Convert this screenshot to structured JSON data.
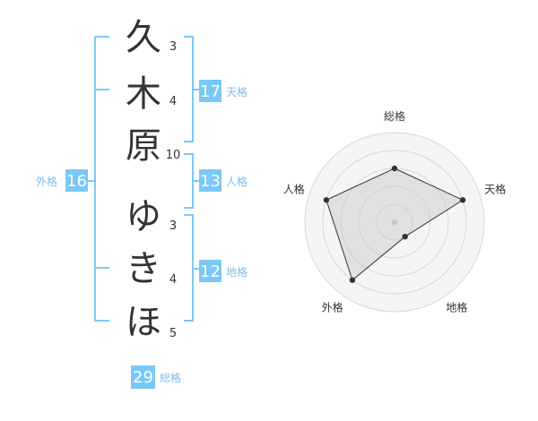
{
  "name": {
    "characters": [
      {
        "char": "久",
        "strokes": "3"
      },
      {
        "char": "木",
        "strokes": "4"
      },
      {
        "char": "原",
        "strokes": "10"
      },
      {
        "char": "ゆ",
        "strokes": "3"
      },
      {
        "char": "き",
        "strokes": "4"
      },
      {
        "char": "ほ",
        "strokes": "5"
      }
    ]
  },
  "kaku": {
    "tenkaku": {
      "value": "17",
      "label": "天格"
    },
    "jinkaku": {
      "value": "13",
      "label": "人格"
    },
    "chikaku": {
      "value": "12",
      "label": "地格"
    },
    "gaikaku": {
      "value": "16",
      "label": "外格"
    },
    "soukaku": {
      "value": "29",
      "label": "総格"
    }
  },
  "colors": {
    "accent": "#79c8f7",
    "bracket": "#7ec8f5",
    "label": "#7bbde8",
    "text": "#333333"
  },
  "chart_data": {
    "type": "radar",
    "categories": [
      "総格",
      "天格",
      "地格",
      "外格",
      "人格"
    ],
    "values": [
      3,
      4,
      1,
      4,
      4
    ],
    "max": 5,
    "rings": 5,
    "grid": true,
    "legend": "none"
  }
}
